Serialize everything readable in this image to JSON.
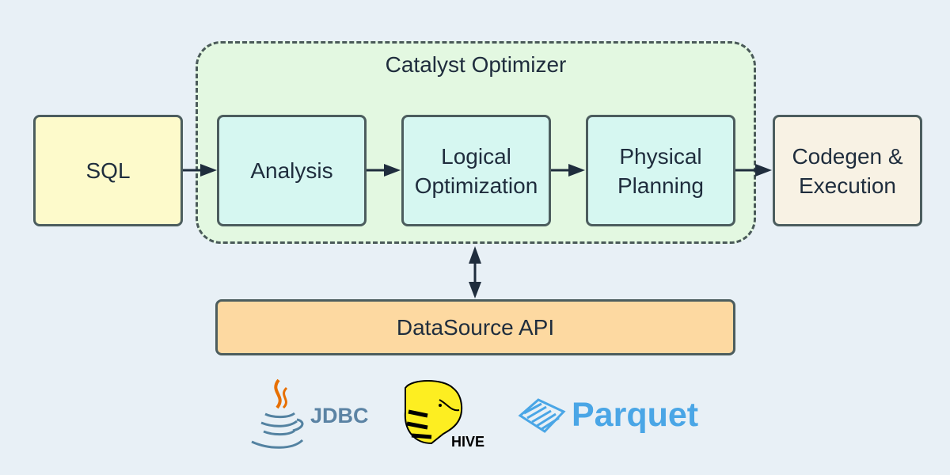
{
  "diagram": {
    "group": {
      "title": "Catalyst Optimizer"
    },
    "nodes": {
      "sql": "SQL",
      "analysis": "Analysis",
      "logical_line1": "Logical",
      "logical_line2": "Optimization",
      "physical_line1": "Physical",
      "physical_line2": "Planning",
      "codegen_line1": "Codegen &",
      "codegen_line2": "Execution",
      "datasource": "DataSource API"
    },
    "edges": [
      {
        "from": "SQL",
        "to": "Analysis"
      },
      {
        "from": "Analysis",
        "to": "Logical Optimization"
      },
      {
        "from": "Logical Optimization",
        "to": "Physical Planning"
      },
      {
        "from": "Physical Planning",
        "to": "Codegen & Execution"
      },
      {
        "from": "Catalyst Optimizer",
        "to": "DataSource API",
        "bidirectional": true
      }
    ],
    "sources": {
      "jdbc": "JDBC",
      "hive": "HIVE",
      "parquet": "Parquet"
    },
    "colors": {
      "background": "#e8f0f6",
      "group_fill": "#e3f8e1",
      "sql_fill": "#fdfacb",
      "step_fill": "#d6f7f1",
      "codegen_fill": "#f8f2e4",
      "datasource_fill": "#fdd9a1",
      "border": "#4c5d5e",
      "arrow": "#1f2d3d"
    }
  }
}
